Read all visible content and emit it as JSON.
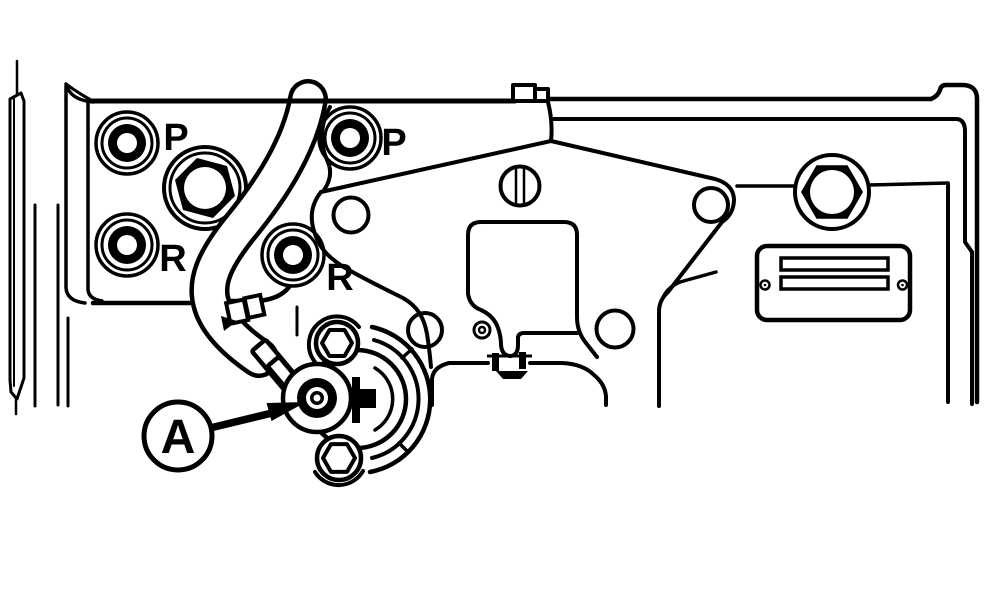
{
  "diagram": {
    "type": "technical-line-illustration",
    "description": "Service-manual style line drawing of a machine side plate with hydraulic ports, plugs, name plate and a sensor called out",
    "colors": {
      "line": "#000000",
      "background": "#ffffff"
    },
    "labels": {
      "port_p_left": "P",
      "port_r_left": "R",
      "port_p_right": "P",
      "port_r_right": "R",
      "callout_a": "A"
    }
  }
}
